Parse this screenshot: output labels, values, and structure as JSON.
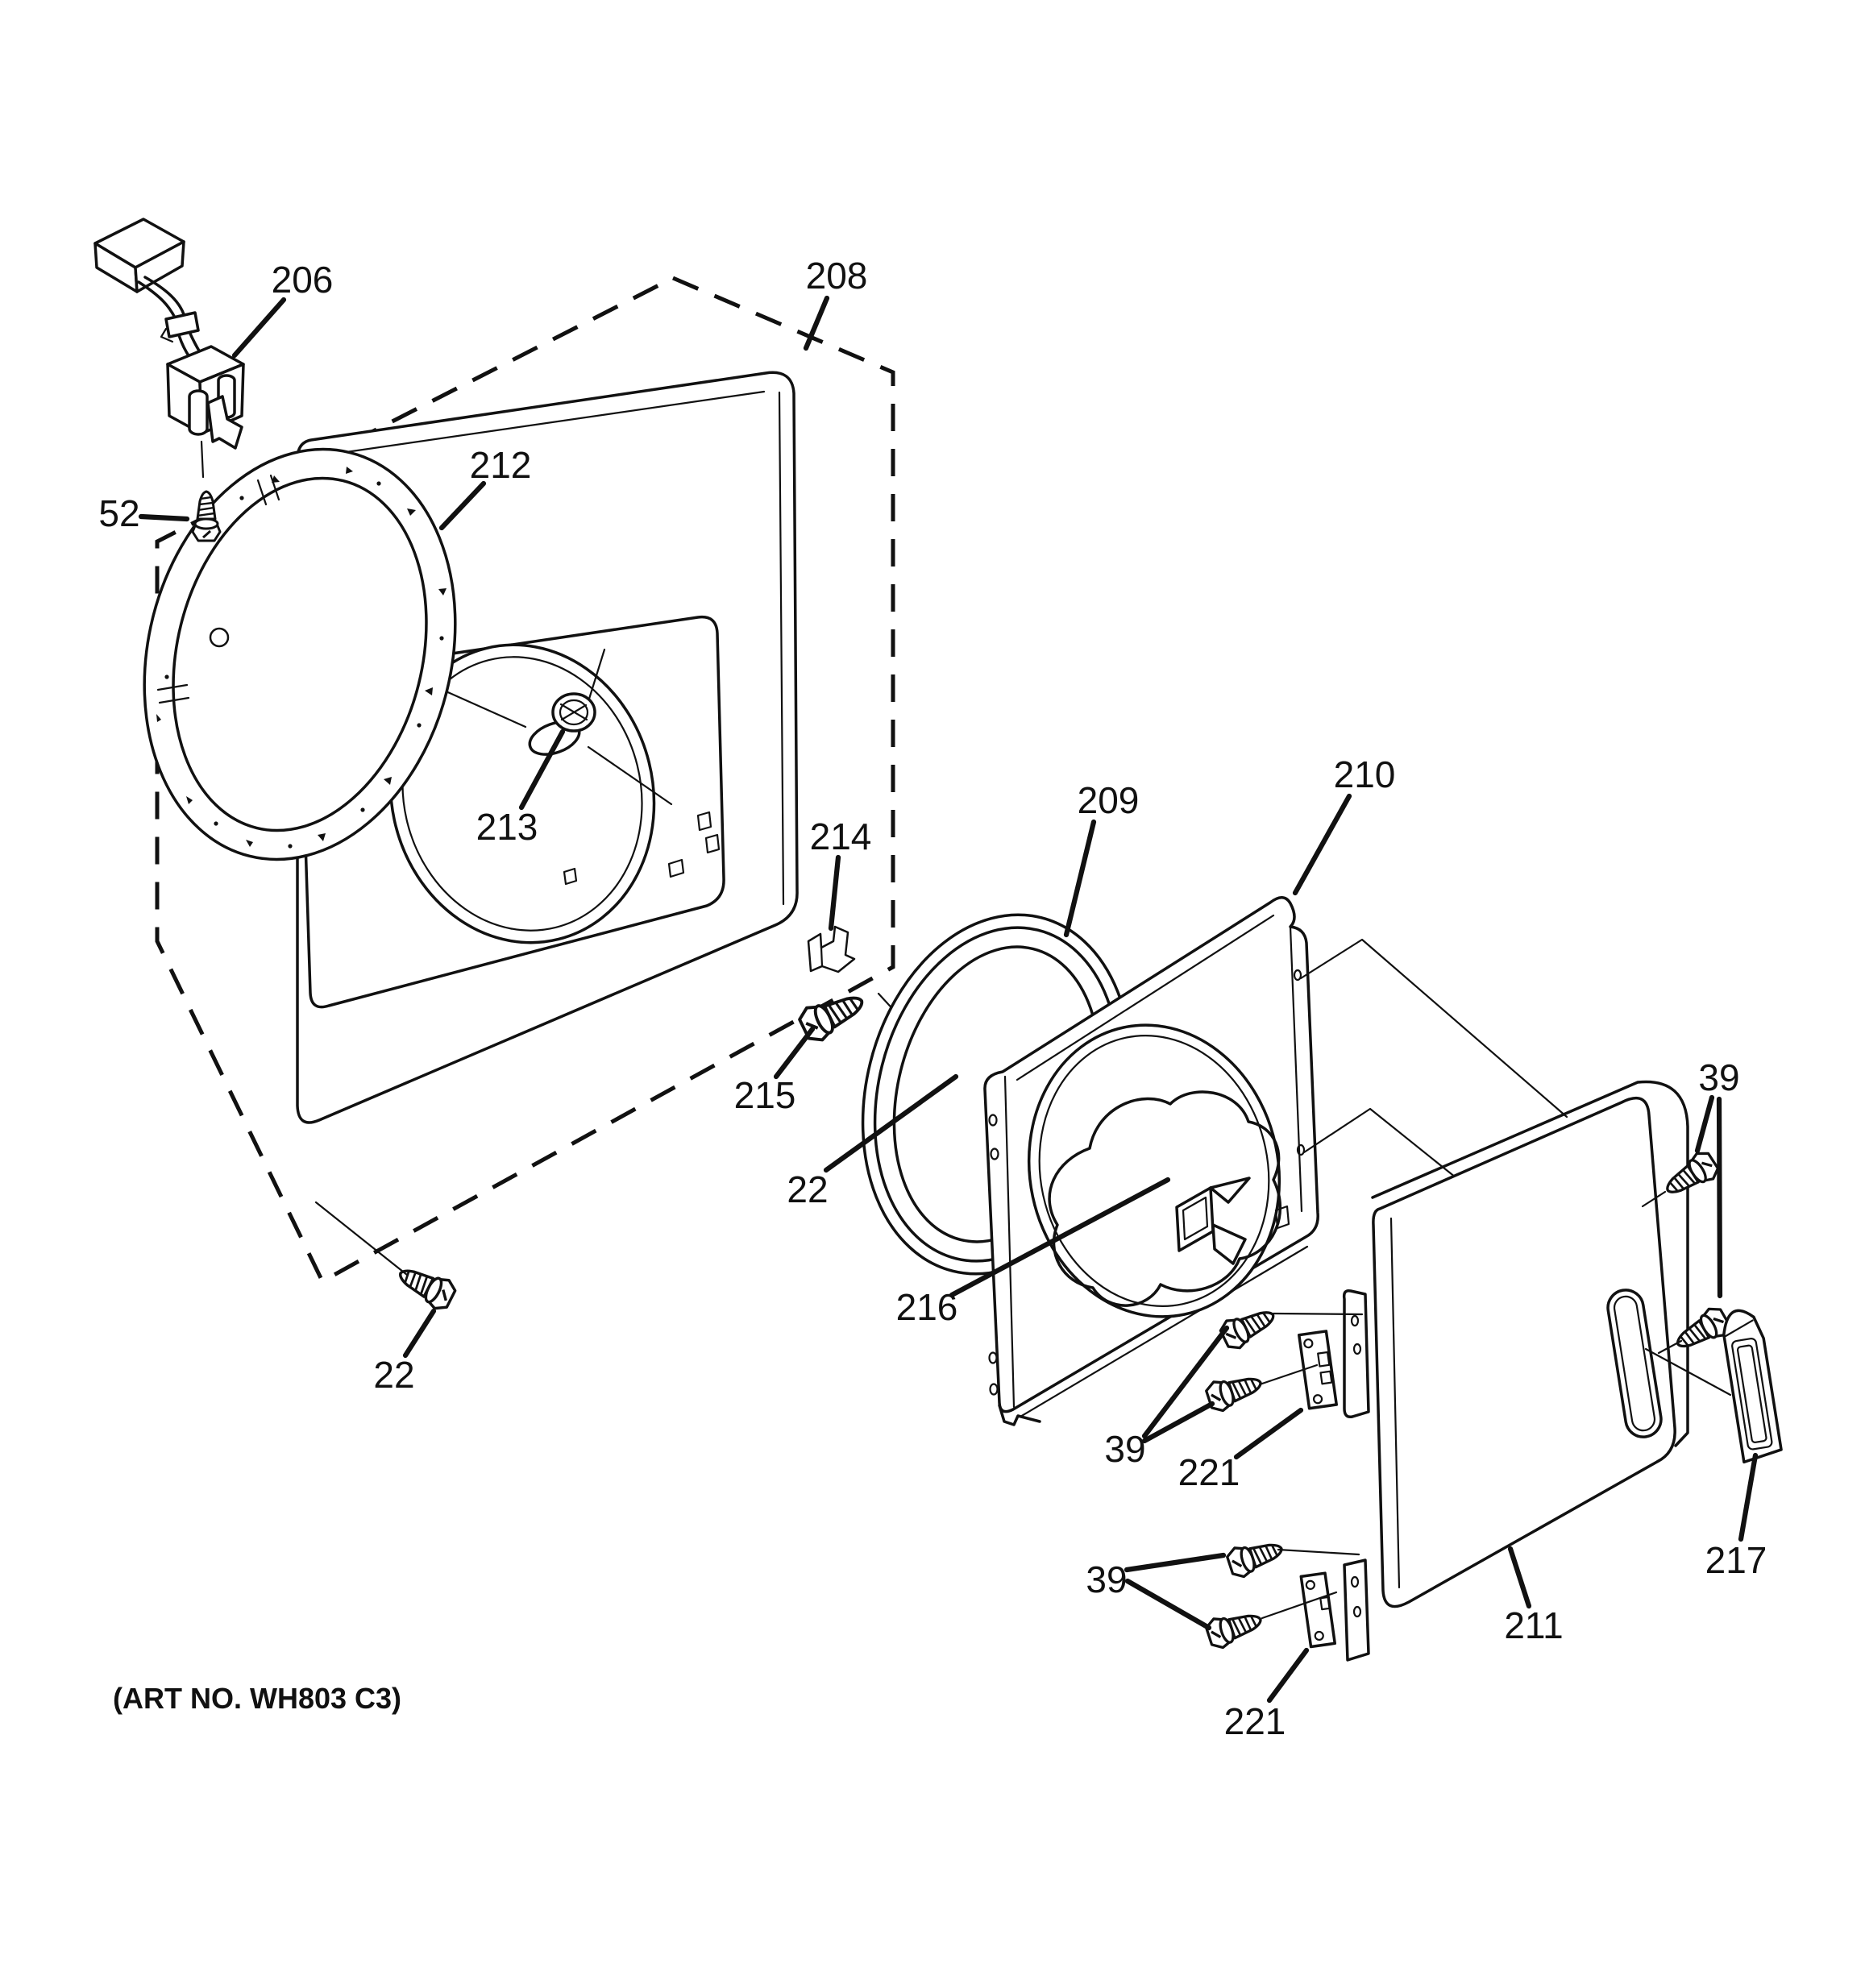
{
  "diagram": {
    "type": "exploded-parts-diagram",
    "art_note": "(ART NO. WH803 C3)",
    "callouts": [
      {
        "label": "206"
      },
      {
        "label": "52"
      },
      {
        "label": "208"
      },
      {
        "label": "212"
      },
      {
        "label": "213"
      },
      {
        "label": "214"
      },
      {
        "label": "215"
      },
      {
        "label": "22"
      },
      {
        "label": "22"
      },
      {
        "label": "209"
      },
      {
        "label": "210"
      },
      {
        "label": "216"
      },
      {
        "label": "39"
      },
      {
        "label": "217"
      },
      {
        "label": "211"
      },
      {
        "label": "39"
      },
      {
        "label": "221"
      },
      {
        "label": "39"
      },
      {
        "label": "221"
      }
    ]
  }
}
